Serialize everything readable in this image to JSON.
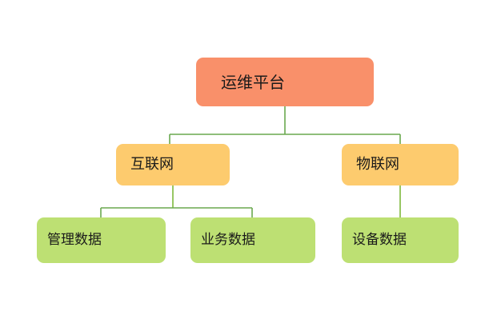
{
  "diagram": {
    "type": "org-tree",
    "title_text": "运维平台",
    "background_color": "#ffffff",
    "edge_color": "#6aa84f",
    "levels": {
      "root": {
        "label": "运维平台",
        "fill_color": "#f9906a"
      },
      "level2": [
        {
          "label": "互联网",
          "fill_color": "#fdcb6e"
        },
        {
          "label": "物联网",
          "fill_color": "#fdcb6e"
        }
      ],
      "level3": [
        {
          "label": "管理数据",
          "fill_color": "#bde073",
          "parent": "互联网"
        },
        {
          "label": "业务数据",
          "fill_color": "#bde073",
          "parent": "互联网"
        },
        {
          "label": "设备数据",
          "fill_color": "#bde073",
          "parent": "物联网"
        }
      ]
    }
  }
}
